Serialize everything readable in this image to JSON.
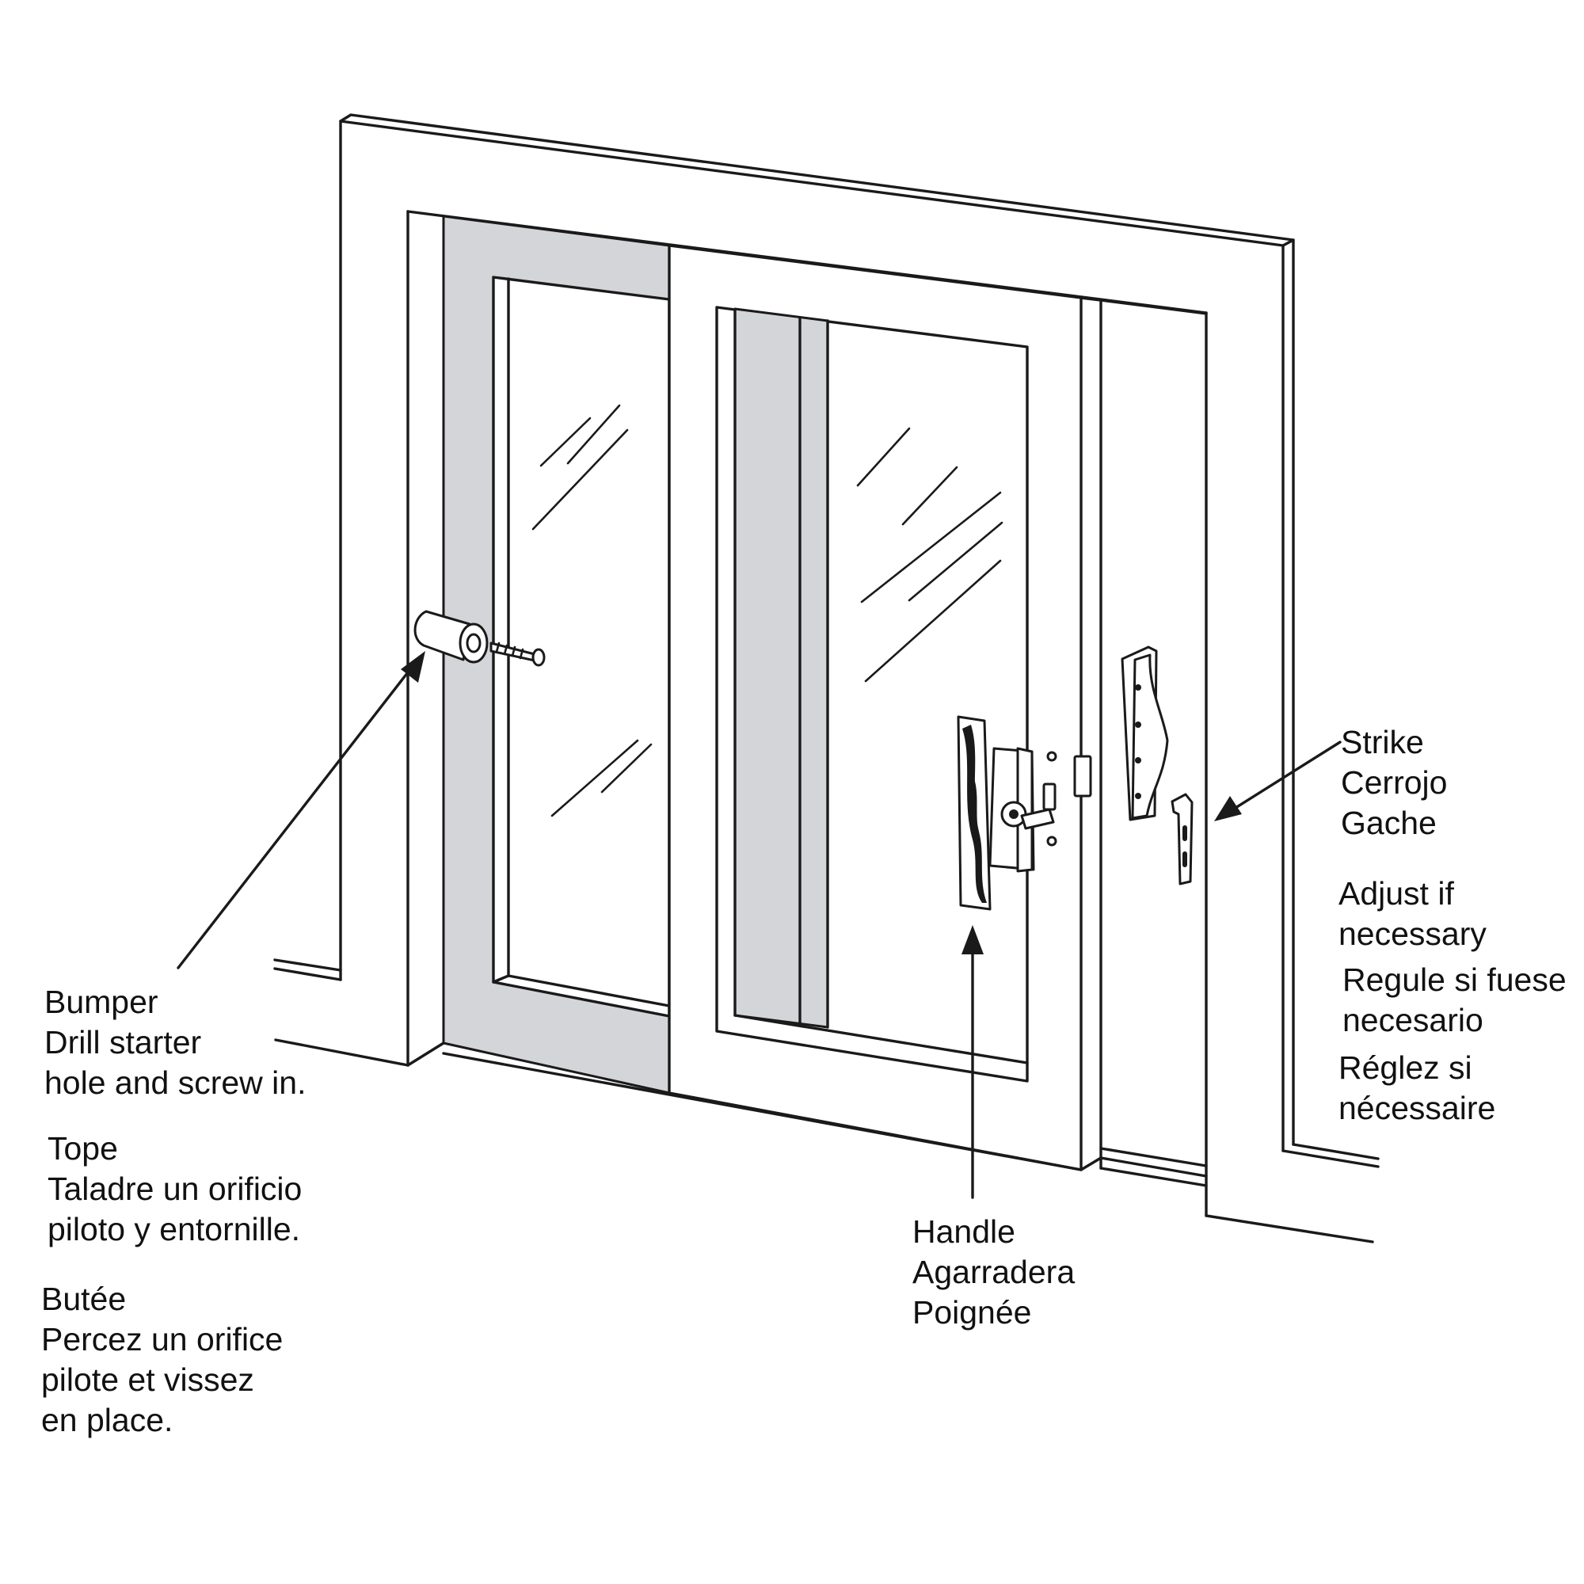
{
  "labels": {
    "bumper": [
      "Bumper",
      "Drill starter",
      "hole and screw in."
    ],
    "tope": [
      "Tope",
      "Taladre un orificio",
      "piloto y entornille."
    ],
    "butee": [
      "Butée",
      "Percez un orifice",
      "pilote et vissez",
      "en place."
    ],
    "handle": [
      "Handle",
      "Agarradera",
      "Poignée"
    ],
    "strike": [
      "Strike",
      "Cerrojo",
      "Gache"
    ],
    "adjust_en": [
      "Adjust if",
      "necessary"
    ],
    "adjust_es": [
      "Regule si fuese",
      "necesario"
    ],
    "adjust_fr": [
      "Réglez si",
      "nécessaire"
    ]
  },
  "colors": {
    "line": "#1a1a1a",
    "frame_fill": "#d3d5d9",
    "background": "#ffffff"
  },
  "icons": {
    "bumper": "door-bumper-icon",
    "screw": "screw-icon",
    "handle": "door-handle-icon",
    "strike": "door-strike-icon"
  }
}
